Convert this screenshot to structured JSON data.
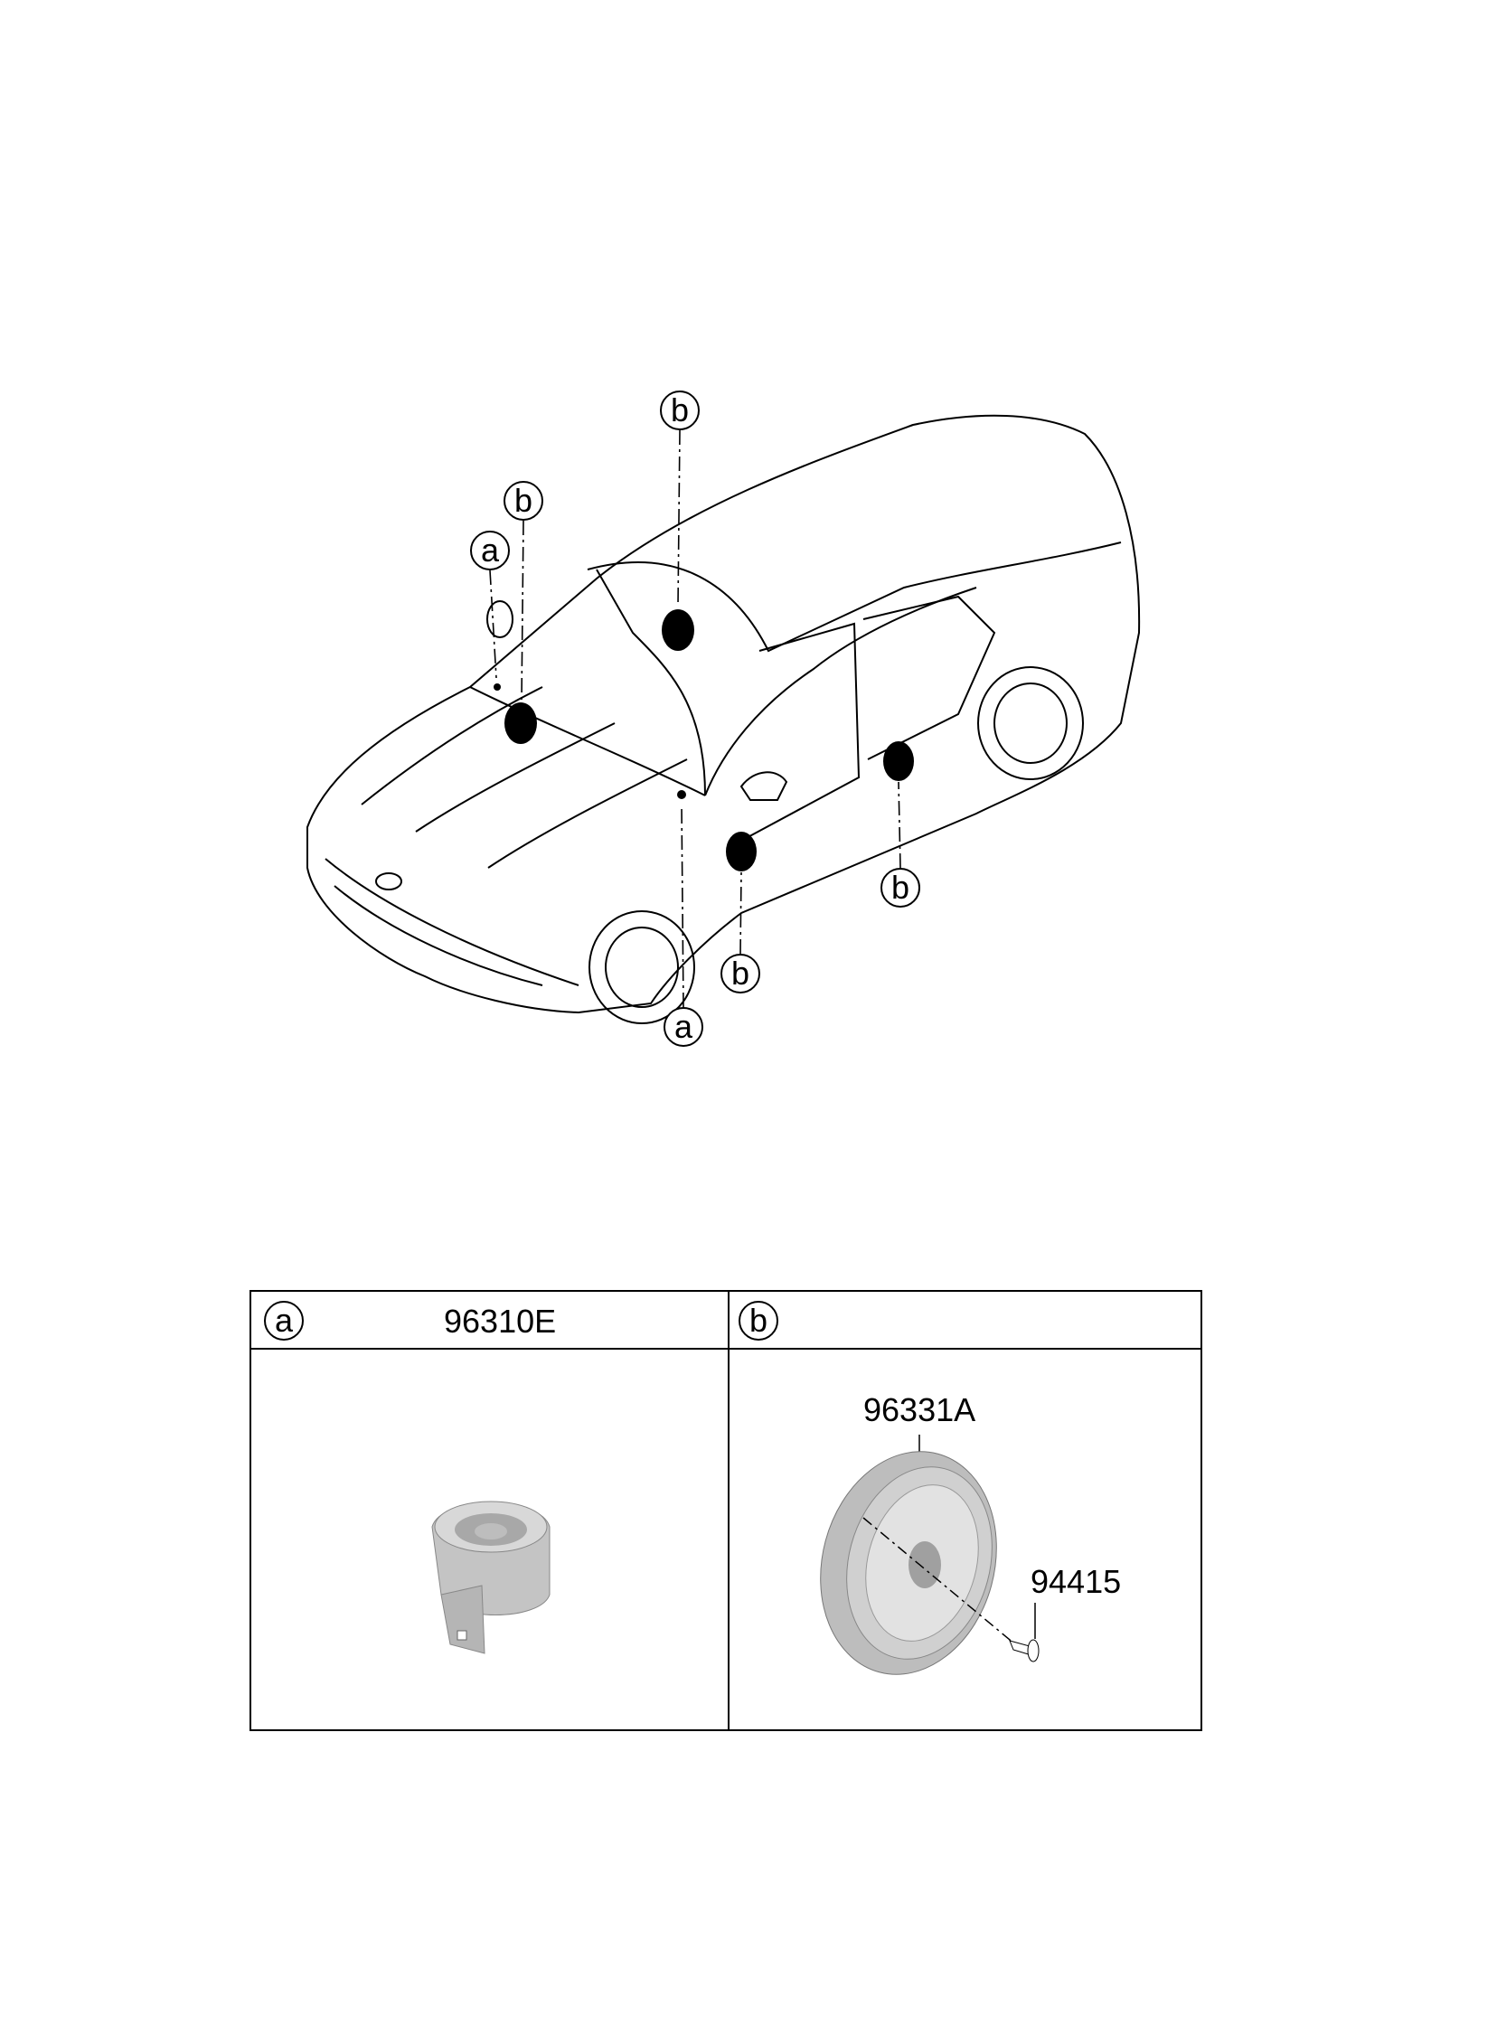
{
  "callouts": {
    "a": "a",
    "b": "b"
  },
  "table": {
    "col_a": {
      "ref": "a",
      "part_number": "96310E"
    },
    "col_b": {
      "ref": "b",
      "speaker_part": "96331A",
      "screw_part": "94415"
    }
  }
}
